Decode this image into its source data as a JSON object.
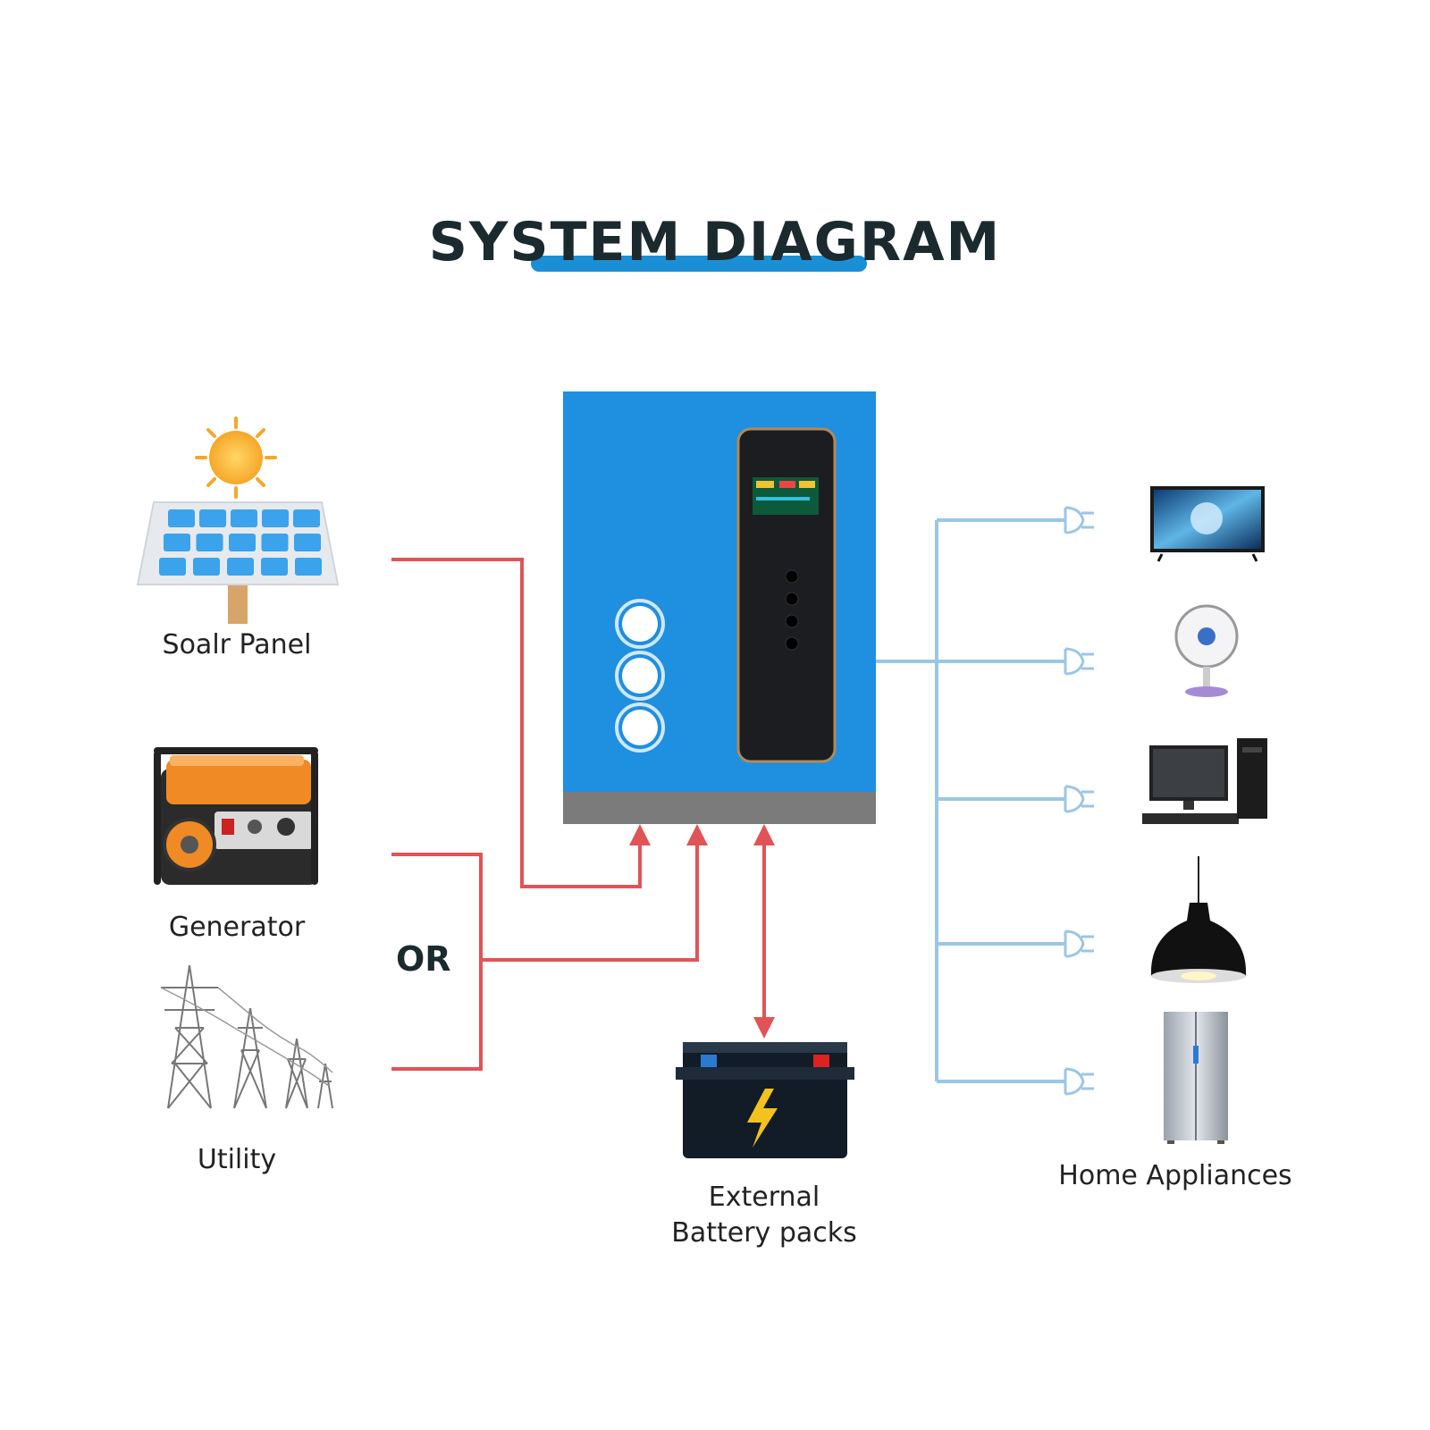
{
  "title": "SYSTEM DIAGRAM",
  "sources": {
    "solar_panel": "Soalr Panel",
    "generator": "Generator",
    "or_label": "OR",
    "utility": "Utility"
  },
  "battery": {
    "line1": "External",
    "line2": "Battery packs"
  },
  "loads": {
    "label": "Home Appliances"
  },
  "colors": {
    "input_line": "#e05457",
    "output_line": "#9cc6e6",
    "inverter_body": "#1f8fe0",
    "title_accent": "#1b8fd6",
    "title_text": "#1b2a2e"
  }
}
